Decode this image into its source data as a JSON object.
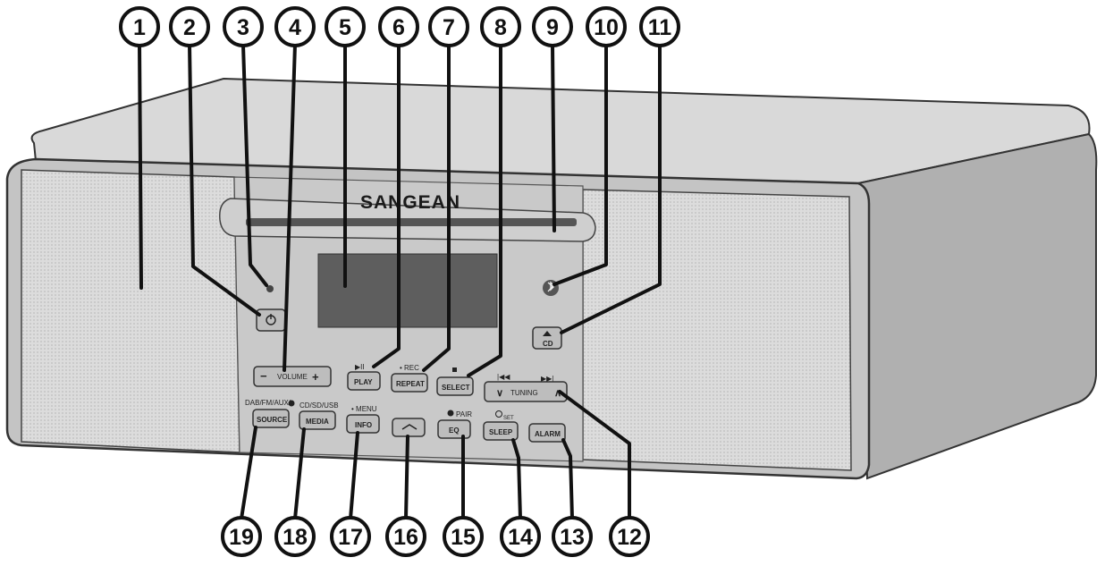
{
  "device": {
    "brand": "SANGEAN",
    "buttons": {
      "source": "SOURCE",
      "media": "MEDIA",
      "info": "INFO",
      "eq": "EQ",
      "sleep": "SLEEP",
      "alarm": "ALARM",
      "play": "PLAY",
      "repeat": "REPEAT",
      "select": "SELECT",
      "cd": "CD",
      "volume": "VOLUME",
      "tuning": "TUNING"
    },
    "labels": {
      "dab_fm_aux": "DAB/FM/AUX/",
      "cd_sd_usb": "CD/SD/USB",
      "menu": "• MENU",
      "rec": "• REC",
      "pair": "PAIR",
      "set": "SET",
      "minus": "−",
      "plus": "+",
      "tune_down": "∨",
      "tune_up": "∧"
    },
    "colors": {
      "body": "#c6c6c6",
      "top": "#dadada",
      "side": "#b3b3b3",
      "grille": "#d9d9d9",
      "display": "#5f5f5f",
      "outline": "#333333"
    }
  },
  "callouts": [
    "1",
    "2",
    "3",
    "4",
    "5",
    "6",
    "7",
    "8",
    "9",
    "10",
    "11",
    "12",
    "13",
    "14",
    "15",
    "16",
    "17",
    "18",
    "19"
  ]
}
